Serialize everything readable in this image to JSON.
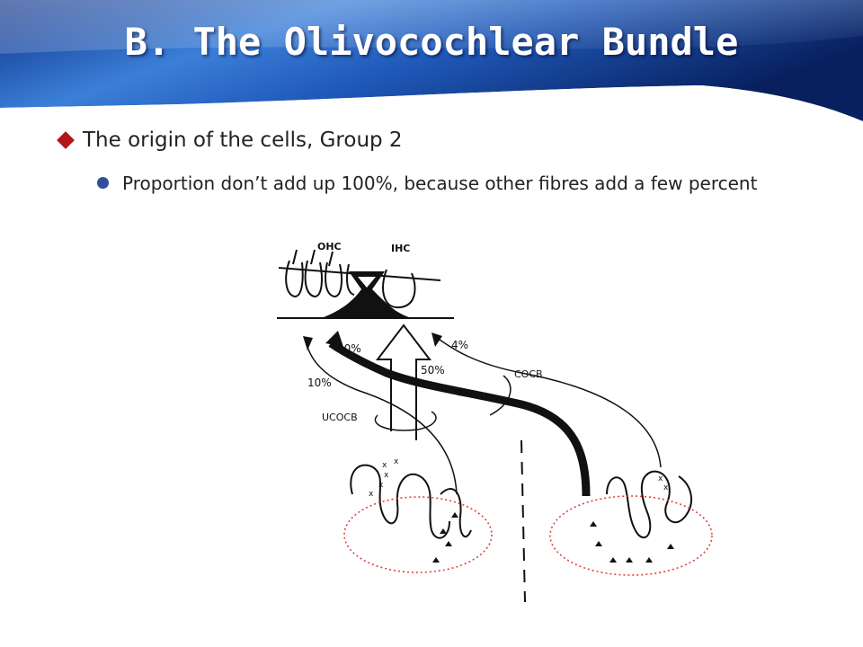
{
  "slide": {
    "title": "B. The Olivocochlear Bundle",
    "bullet_level1": "The origin of the cells, Group 2",
    "bullet_level2": "Proportion don’t add up 100%, because other fibres add a few percent"
  },
  "colors": {
    "banner_dark": "#0a2a7a",
    "banner_light": "#3a7fd6",
    "diamond": "#b3151b",
    "dot": "#2f4f9a",
    "ellipse_outline": "#e04040"
  },
  "diagram": {
    "labels": {
      "ohc": "OHC",
      "ihc": "IHC",
      "pct_30": "30%",
      "pct_50": "50%",
      "pct_4": "4%",
      "pct_10": "10%",
      "cocb": "COCB",
      "ucocb": "UCOCB"
    }
  }
}
